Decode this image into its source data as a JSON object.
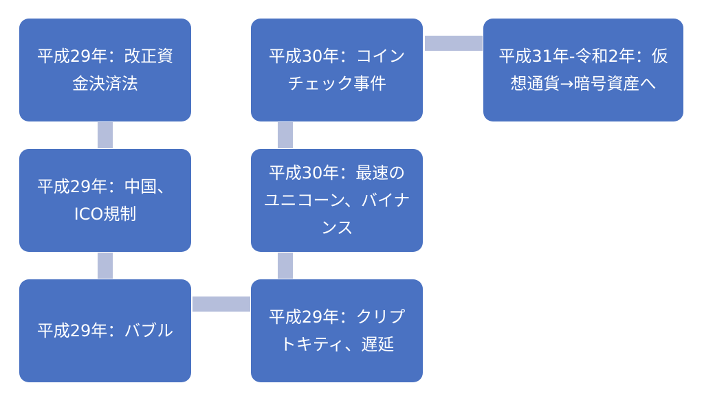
{
  "nodes": [
    {
      "id": "b1",
      "label": "平成29年：改正資金決済法"
    },
    {
      "id": "b2",
      "label": "平成29年：中国、ICO規制"
    },
    {
      "id": "b3",
      "label": "平成29年：バブル"
    },
    {
      "id": "b4",
      "label": "平成29年：クリプトキティ、遅延"
    },
    {
      "id": "b5",
      "label": "平成30年：最速のユニコーン、バイナンス"
    },
    {
      "id": "b6",
      "label": "平成30年：コインチェック事件"
    },
    {
      "id": "b7",
      "label": "平成31年-令和2年：仮想通貨→暗号資産へ"
    }
  ],
  "edges": [
    {
      "from": "b1",
      "to": "b2"
    },
    {
      "from": "b2",
      "to": "b3"
    },
    {
      "from": "b3",
      "to": "b4"
    },
    {
      "from": "b4",
      "to": "b5"
    },
    {
      "from": "b5",
      "to": "b6"
    },
    {
      "from": "b6",
      "to": "b7"
    }
  ],
  "colors": {
    "node_fill": "#4a72c2",
    "node_text": "#ffffff",
    "connector": "#b5bedb",
    "background": "#ffffff"
  }
}
